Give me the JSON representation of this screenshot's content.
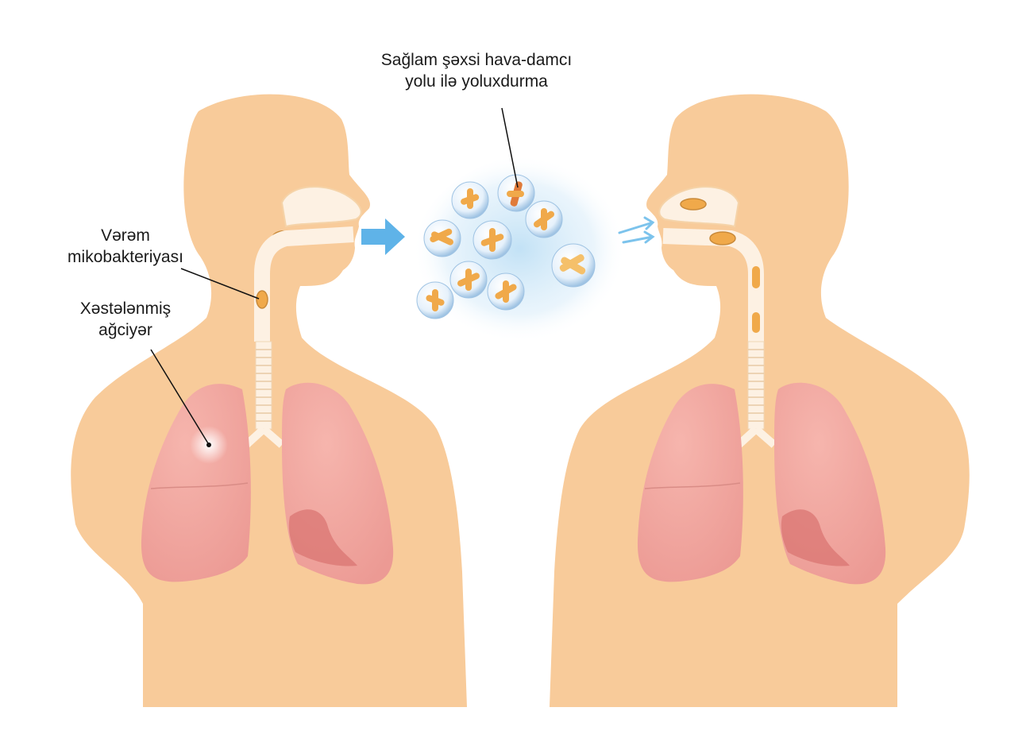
{
  "labels": {
    "infection_route": [
      "Sağlam şəxsi hava-damcı",
      "yolu ilə yoluxdurma"
    ],
    "mycobacteria": [
      "Vərəm",
      "mikobakteriyası"
    ],
    "infected_lung": [
      "Xəstələnmiş",
      "ağciyər"
    ]
  },
  "colors": {
    "skin": "#f8cb9a",
    "lung": "#f2a5a0",
    "lung_shade": "#d9726f",
    "airway": "#fdf1e3",
    "bacteria": "#f0a94a",
    "droplet_cloud": "#bfe0f5",
    "arrow": "#5fb3e8"
  }
}
